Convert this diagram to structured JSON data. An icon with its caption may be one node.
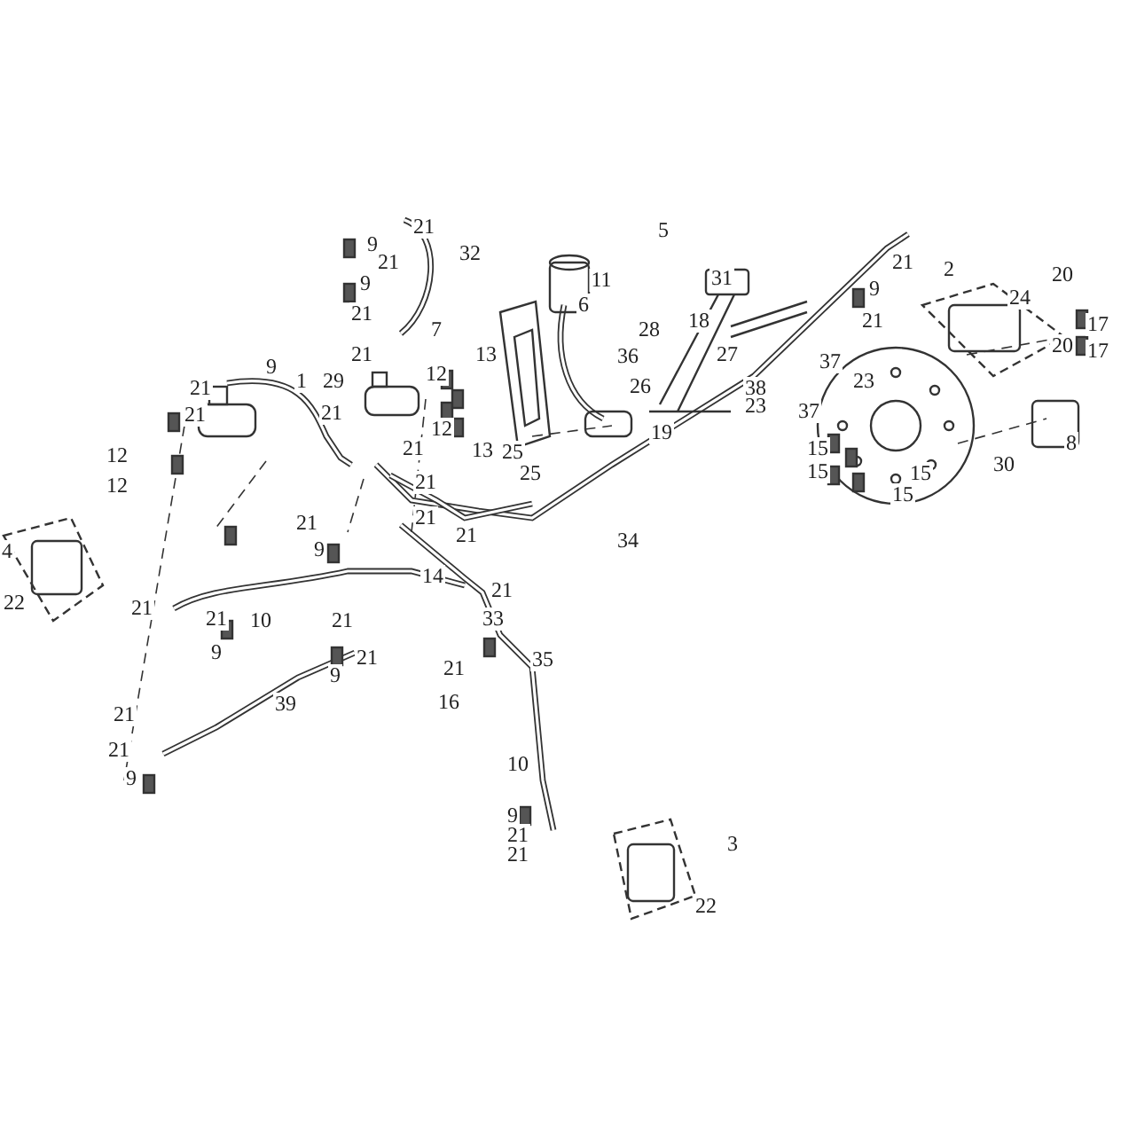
{
  "diagram": {
    "labels": [
      "21",
      "9",
      "21",
      "32",
      "9",
      "21",
      "11",
      "5",
      "9",
      "21",
      "31",
      "2",
      "20",
      "21",
      "9",
      "1",
      "6",
      "13",
      "7",
      "28",
      "18",
      "21",
      "24",
      "17",
      "36",
      "27",
      "37",
      "20",
      "17",
      "21",
      "29",
      "12",
      "38",
      "23",
      "21",
      "26",
      "21",
      "12",
      "13",
      "23",
      "37",
      "25",
      "25",
      "19",
      "12",
      "12",
      "21",
      "15",
      "8",
      "15",
      "15",
      "30",
      "15",
      "21",
      "21",
      "21",
      "21",
      "9",
      "34",
      "4",
      "14",
      "22",
      "21",
      "21",
      "21",
      "10",
      "21",
      "33",
      "9",
      "21",
      "21",
      "9",
      "35",
      "39",
      "16",
      "21",
      "21",
      "9",
      "10",
      "9",
      "21",
      "21",
      "3",
      "22"
    ]
  }
}
